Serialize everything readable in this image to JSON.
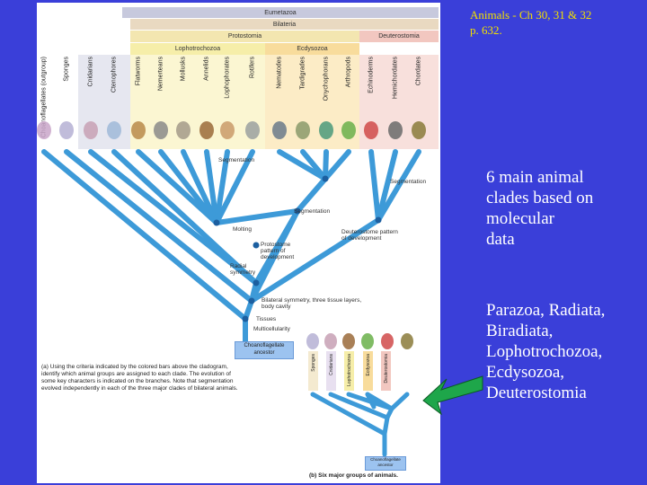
{
  "title": {
    "line1": "Animals - Ch 30, 31 & 32",
    "line2": "p. 632."
  },
  "right_text": {
    "block1": [
      "6 main animal",
      "clades based on",
      "molecular",
      "data"
    ],
    "block2": [
      "Parazoa, Radiata,",
      "Biradiata,",
      "Lophotrochozoa,",
      "Ecdysozoa,",
      "Deuterostomia"
    ]
  },
  "figure": {
    "bars": {
      "eumetazoa": "Eumetazoa",
      "bilateria": "Bilateria",
      "protostomia": "Protostomia",
      "deuterostomia": "Deuterostomia",
      "lophotrochozoa": "Lophotrochozoa",
      "ecdysozoa": "Ecdysozoa"
    },
    "columns": [
      "Choanoflagellates (outgroup)",
      "Sponges",
      "Cnidarians",
      "Ctenophores",
      "Flatworms",
      "Nemerteans",
      "Mollusks",
      "Annelids",
      "Lophophorates",
      "Rotifers",
      "Nematodes",
      "Tardigrades",
      "Onychophorans",
      "Arthropods",
      "Echinoderms",
      "Hemichordates",
      "Chordates"
    ],
    "labels": {
      "segmentation_a": "Segmentation",
      "segmentation_b": "Segmentation",
      "segmentation_c": "Segmentation",
      "molting": "Molting",
      "deuterostome": [
        "Deuterostome pattern",
        "of development"
      ],
      "protostome": [
        "Protostome",
        "pattern of",
        "development"
      ],
      "radial": [
        "Radial",
        "symmetry"
      ],
      "bilateral": [
        "Bilateral symmetry, three tissue layers,",
        "body cavity"
      ],
      "tissues": "Tissues",
      "multicellularity": "Multicellularity"
    },
    "ancestor": [
      "Choanoflagellate",
      "ancestor"
    ],
    "caption_a": [
      "(a) Using the criteria indicated by the colored bars above the cladogram,",
      "identify which animal groups are assigned to each clade. The evolution of",
      "some key characters is indicated on the branches. Note that segmentation",
      "evolved independently in each of the three major clades of bilateral animals."
    ],
    "small_columns": [
      "Sponges",
      "Cnidarians",
      "Lophotrochozoa",
      "Ecdysozoa",
      "Deuterostomia"
    ],
    "ancestor_b": [
      "Choanoflagellate",
      "ancestor"
    ],
    "caption_b": "(b) Six major groups of animals."
  },
  "colors": {
    "background": "#3a3fd9",
    "title": "#f2e000",
    "branch": "#3d9ad8",
    "node": "#1c5fa0",
    "arrow": "#1ea64a",
    "bar_eumetazoa": "#c7c9dd",
    "bar_bilateria": "#e9d9c1",
    "bar_protostomia": "#f3e6b0",
    "bar_deuterostomia": "#f2c7c0",
    "bar_lopho": "#f6eea9",
    "bar_ecdyso": "#f8dc9c"
  }
}
